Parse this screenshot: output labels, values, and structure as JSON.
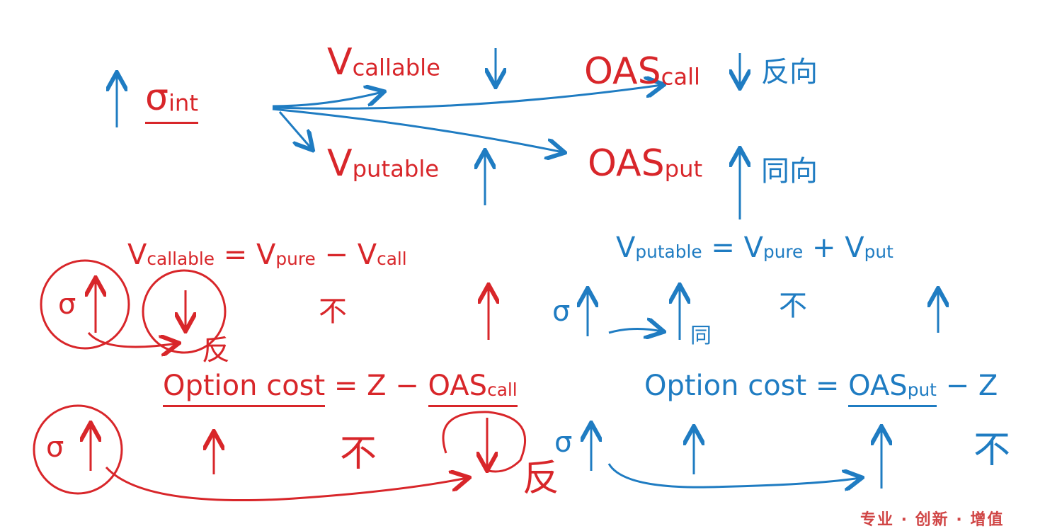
{
  "top": {
    "sigma_int": {
      "main": "σ",
      "sub": "int"
    },
    "v_callable": {
      "main": "V",
      "sub": "callable"
    },
    "oas_call": {
      "main": "OAS",
      "sub": "call"
    },
    "v_putable": {
      "main": "V",
      "sub": "putable"
    },
    "oas_put": {
      "main": "OAS",
      "sub": "put"
    },
    "opposite_direction": "反向",
    "same_direction": "同向"
  },
  "formulas": {
    "callable_value": {
      "lhs": "V",
      "lhs_sub": "callable",
      "eq": "= V",
      "pure_sub": "pure",
      "op": "− V",
      "opt_sub": "call"
    },
    "putable_value": {
      "lhs": "V",
      "lhs_sub": "putable",
      "eq": "= V",
      "pure_sub": "pure",
      "op": "+ V",
      "opt_sub": "put"
    },
    "callable_option_cost": {
      "label": "Option cost",
      "rest": "= Z −",
      "oas": "OAS",
      "oas_sub": "call"
    },
    "putable_option_cost": {
      "label": "Option cost",
      "eq": "=",
      "oas": "OAS",
      "oas_sub": "put",
      "rest": "− Z"
    }
  },
  "marks": {
    "sigma": "σ",
    "unchanged": "不",
    "opposite": "反",
    "same": "同"
  },
  "watermark": "专业 · 创新 · 增值",
  "colors": {
    "red": "#d8262a",
    "blue": "#1f7cc2"
  }
}
